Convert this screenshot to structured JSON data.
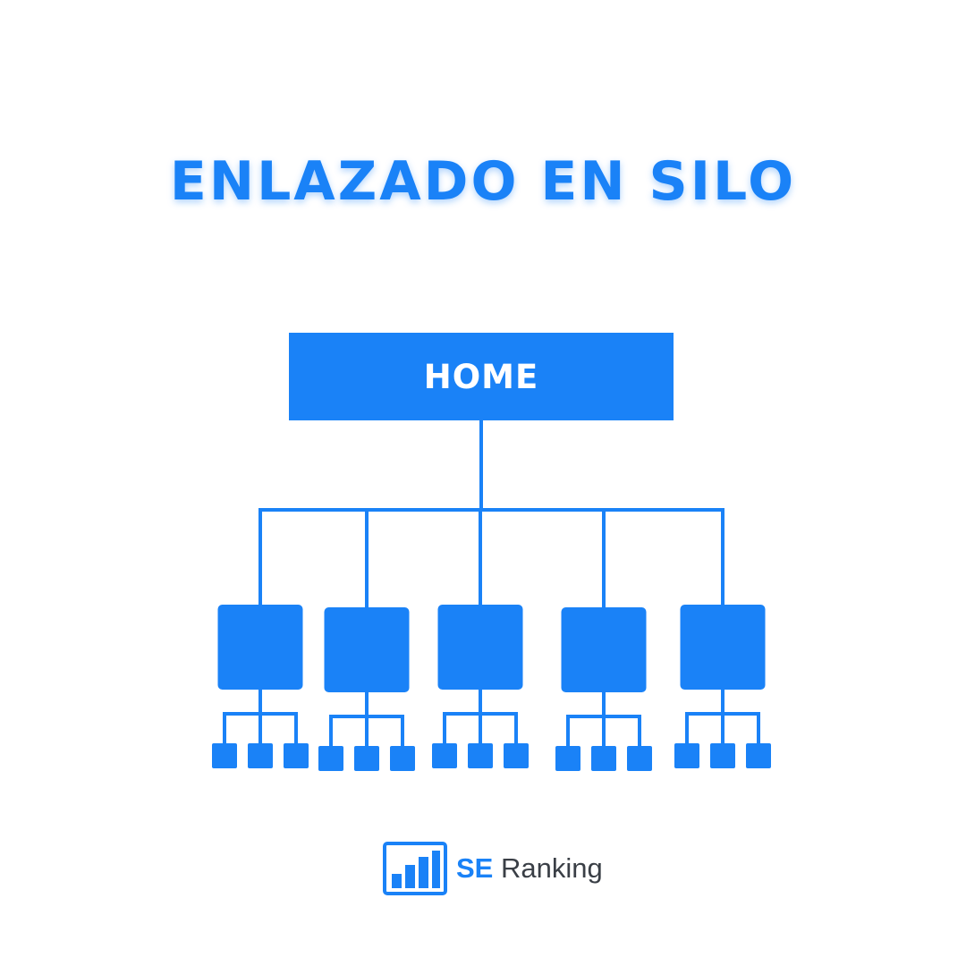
{
  "title": "ENLAZADO EN SILO",
  "home": {
    "label": "HOME"
  },
  "diagram": {
    "silo_count": 5,
    "pages_per_silo": 3,
    "color": "#1a82f7"
  },
  "logo": {
    "se": "SE",
    "ranking": "Ranking"
  }
}
